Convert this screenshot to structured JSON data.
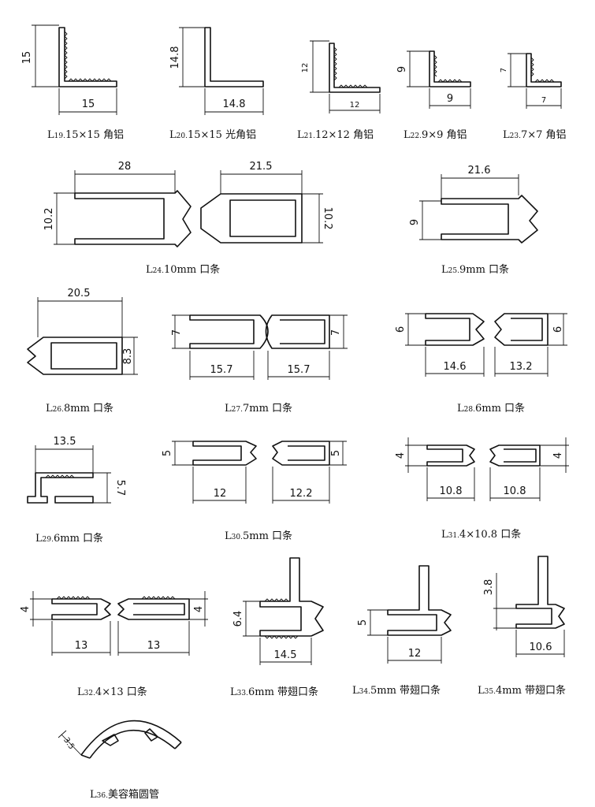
{
  "profiles": [
    {
      "id": "L19",
      "prefix": "L",
      "num": "19.",
      "desc": "15×15 角铝",
      "dims": [
        "15",
        "15"
      ]
    },
    {
      "id": "L20",
      "prefix": "L",
      "num": "20.",
      "desc": "15×15 光角铝",
      "dims": [
        "14.8",
        "14.8"
      ]
    },
    {
      "id": "L21",
      "prefix": "L",
      "num": "21.",
      "desc": "12×12 角铝",
      "dims": [
        "12",
        "12"
      ]
    },
    {
      "id": "L22",
      "prefix": "L",
      "num": "22.",
      "desc": "9×9 角铝",
      "dims": [
        "9",
        "9"
      ]
    },
    {
      "id": "L23",
      "prefix": "L",
      "num": "23.",
      "desc": "7×7 角铝",
      "dims": [
        "7",
        "7"
      ]
    },
    {
      "id": "L24",
      "prefix": "L",
      "num": "24.",
      "desc": "10mm 口条",
      "dims": [
        "28",
        "10.2",
        "21.5",
        "10.2"
      ]
    },
    {
      "id": "L25",
      "prefix": "L",
      "num": "25.",
      "desc": "9mm 口条",
      "dims": [
        "21.6",
        "9"
      ]
    },
    {
      "id": "L26",
      "prefix": "L",
      "num": "26.",
      "desc": "8mm 口条",
      "dims": [
        "20.5",
        "8.3"
      ]
    },
    {
      "id": "L27",
      "prefix": "L",
      "num": "27.",
      "desc": "7mm 口条",
      "dims": [
        "7",
        "15.7",
        "7",
        "15.7"
      ]
    },
    {
      "id": "L28",
      "prefix": "L",
      "num": "28.",
      "desc": "6mm 口条",
      "dims": [
        "6",
        "14.6",
        "6",
        "13.2"
      ]
    },
    {
      "id": "L29",
      "prefix": "L",
      "num": "29.",
      "desc": "6mm 口条",
      "dims": [
        "13.5",
        "5.7"
      ]
    },
    {
      "id": "L30",
      "prefix": "L",
      "num": "30.",
      "desc": "5mm 口条",
      "dims": [
        "5",
        "12",
        "5",
        "12.2"
      ]
    },
    {
      "id": "L31",
      "prefix": "L",
      "num": "31.",
      "desc": "4×10.8 口条",
      "dims": [
        "4",
        "10.8",
        "4",
        "10.8"
      ]
    },
    {
      "id": "L32",
      "prefix": "L",
      "num": "32.",
      "desc": "4×13 口条",
      "dims": [
        "4",
        "13",
        "4",
        "13"
      ]
    },
    {
      "id": "L33",
      "prefix": "L",
      "num": "33.",
      "desc": "6mm 带翅口条",
      "dims": [
        "6.4",
        "14.5"
      ]
    },
    {
      "id": "L34",
      "prefix": "L",
      "num": "34.",
      "desc": "5mm 带翅口条",
      "dims": [
        "5",
        "12"
      ]
    },
    {
      "id": "L35",
      "prefix": "L",
      "num": "35.",
      "desc": "4mm 带翅口条",
      "dims": [
        "3.8",
        "10.6"
      ]
    },
    {
      "id": "L36",
      "prefix": "L",
      "num": "36.",
      "desc": "美容箱圆管",
      "dims": [
        "3.5"
      ]
    }
  ]
}
